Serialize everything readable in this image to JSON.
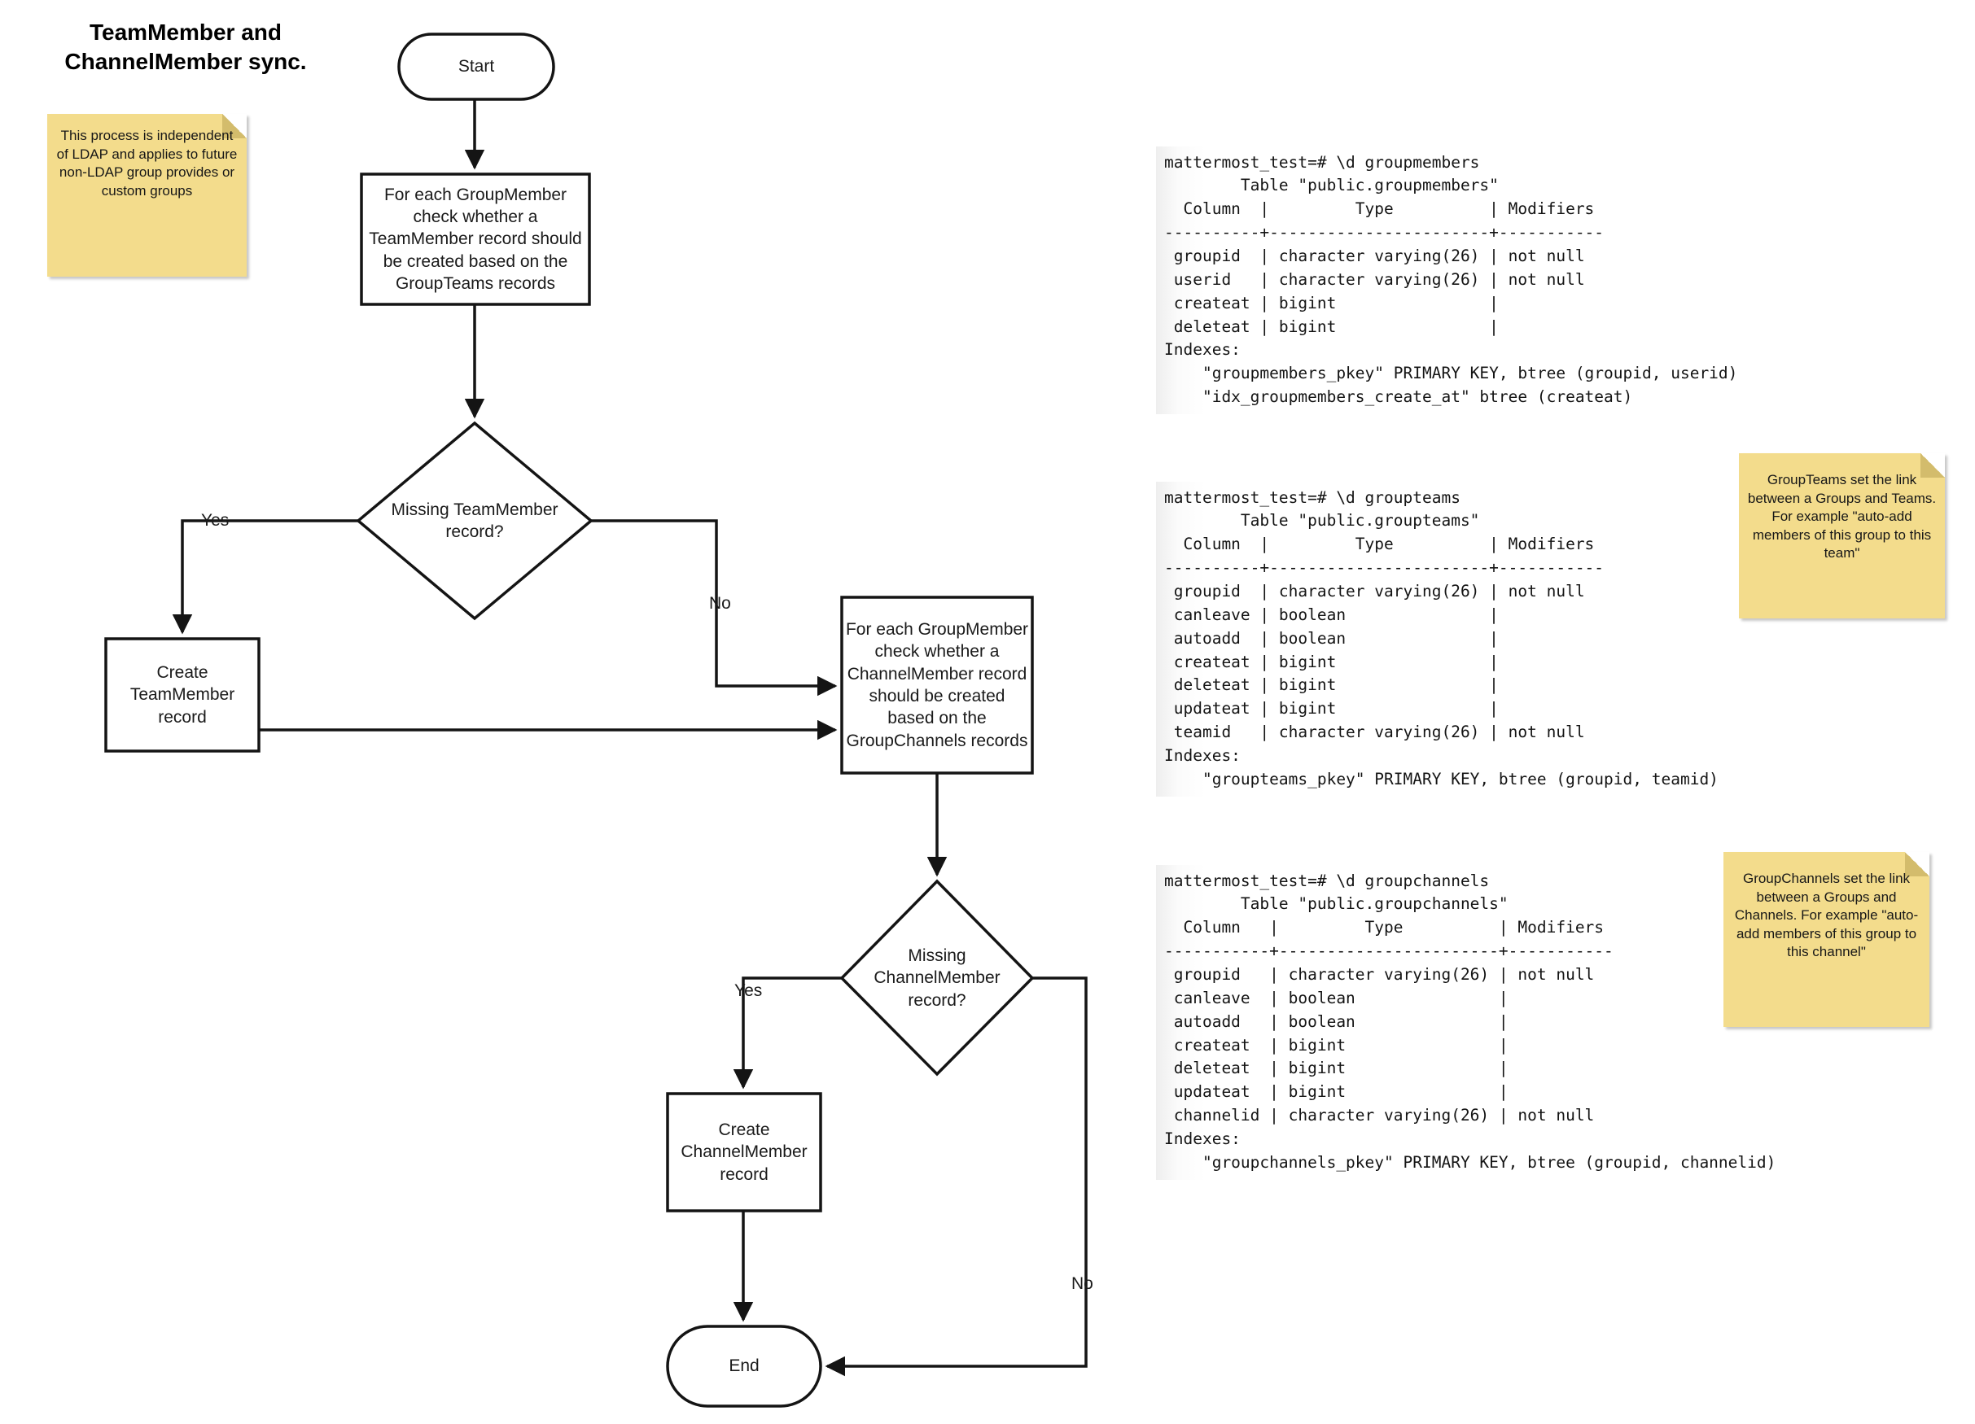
{
  "title": "TeamMember and\nChannelMember sync.",
  "notes": {
    "ldap": "This process is independent of LDAP and applies to future non-LDAP group provides or custom groups",
    "groupteams": "GroupTeams set the link between a Groups and Teams. For example \"auto-add members of this group to this team\"",
    "groupchannels": "GroupChannels set the link between a Groups and Channels. For example \"auto-add members of this group to this channel\""
  },
  "flowchart": {
    "nodes": {
      "start": "Start",
      "process_teammember": "For each GroupMember check whether a TeamMember record should be created based on the GroupTeams records",
      "decision_teammember": "Missing TeamMember record?",
      "create_teammember": "Create TeamMember record",
      "process_channelmember": "For each GroupMember check whether a ChannelMember record should be created based on the GroupChannels records",
      "decision_channelmember": "Missing ChannelMember record?",
      "create_channelmember": "Create ChannelMember record",
      "end": "End"
    },
    "edges": {
      "yes_teammember": "Yes",
      "no_teammember": "No",
      "yes_channelmember": "Yes",
      "no_channelmember": "No"
    }
  },
  "terminals": {
    "groupmembers": "mattermost_test=# \\d groupmembers\n        Table \"public.groupmembers\"\n  Column  |         Type          | Modifiers\n----------+-----------------------+-----------\n groupid  | character varying(26) | not null\n userid   | character varying(26) | not null\n createat | bigint                |\n deleteat | bigint                |\nIndexes:\n    \"groupmembers_pkey\" PRIMARY KEY, btree (groupid, userid)\n    \"idx_groupmembers_create_at\" btree (createat)",
    "groupteams": "mattermost_test=# \\d groupteams\n        Table \"public.groupteams\"\n  Column  |         Type          | Modifiers\n----------+-----------------------+-----------\n groupid  | character varying(26) | not null\n canleave | boolean               |\n autoadd  | boolean               |\n createat | bigint                |\n deleteat | bigint                |\n updateat | bigint                |\n teamid   | character varying(26) | not null\nIndexes:\n    \"groupteams_pkey\" PRIMARY KEY, btree (groupid, teamid)",
    "groupchannels": "mattermost_test=# \\d groupchannels\n        Table \"public.groupchannels\"\n  Column   |         Type          | Modifiers\n-----------+-----------------------+-----------\n groupid   | character varying(26) | not null\n canleave  | boolean               |\n autoadd   | boolean               |\n createat  | bigint                |\n deleteat  | bigint                |\n updateat  | bigint                |\n channelid | character varying(26) | not null\nIndexes:\n    \"groupchannels_pkey\" PRIMARY KEY, btree (groupid, channelid)"
  },
  "colors": {
    "note_bg": "#F3DC8C",
    "note_fold": "#D3BC6C",
    "stroke": "#141414"
  }
}
